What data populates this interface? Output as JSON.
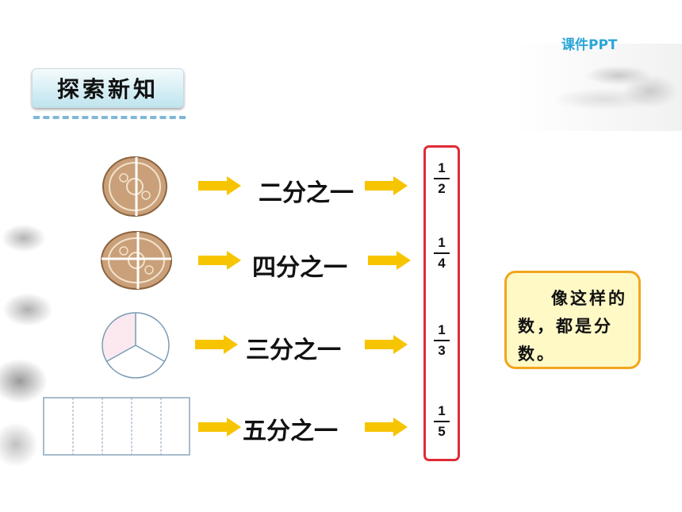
{
  "brand": "课件PPT",
  "section_title": "探索新知",
  "rows": [
    {
      "shape": "cake-halves",
      "label": "二分之一",
      "numerator": "1",
      "denominator": "2"
    },
    {
      "shape": "cake-quarters",
      "label": "四分之一",
      "numerator": "1",
      "denominator": "4"
    },
    {
      "shape": "circle-thirds",
      "label": "三分之一",
      "numerator": "1",
      "denominator": "3"
    },
    {
      "shape": "rectangle-fifths",
      "label": "五分之一",
      "numerator": "1",
      "denominator": "5"
    }
  ],
  "note": "像这样的数，都是分数。",
  "colors": {
    "arrow": "#f7c400",
    "fraction_border": "#e02b36",
    "note_border": "#f2a51f",
    "note_bg": "#fff9c6",
    "brand": "#2aa6d6",
    "shaded_part": "#fbe9ef"
  }
}
